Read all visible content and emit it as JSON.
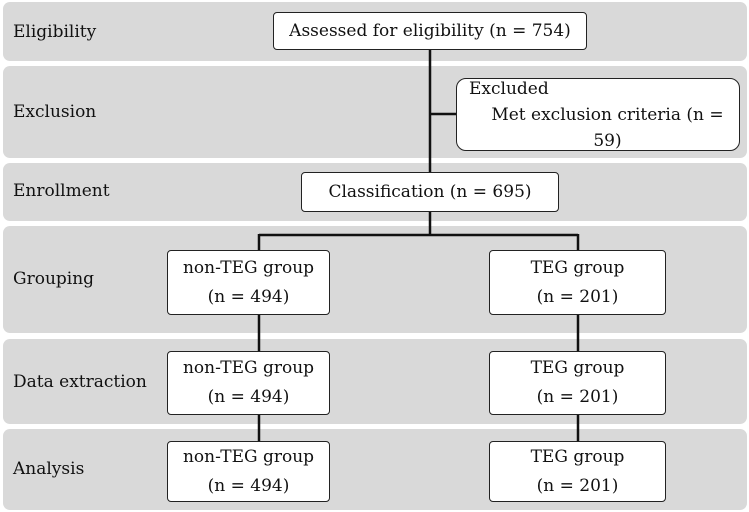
{
  "stages": [
    {
      "id": "eligibility",
      "label": "Eligibility"
    },
    {
      "id": "exclusion",
      "label": "Exclusion"
    },
    {
      "id": "enrollment",
      "label": "Enrollment"
    },
    {
      "id": "grouping",
      "label": "Grouping"
    },
    {
      "id": "data_extraction",
      "label": "Data extraction"
    },
    {
      "id": "analysis",
      "label": "Analysis"
    }
  ],
  "boxes": {
    "assessed": "Assessed for eligibility (n = 754)",
    "excluded_title": "Excluded",
    "excluded_detail": "Met exclusion criteria (n = 59)",
    "classification": "Classification (n = 695)",
    "grouping_non_teg": {
      "name": "non-TEG group",
      "n": "(n = 494)"
    },
    "grouping_teg": {
      "name": "TEG group",
      "n": "(n = 201)"
    },
    "extraction_non_teg": {
      "name": "non-TEG group",
      "n": "(n = 494)"
    },
    "extraction_teg": {
      "name": "TEG group",
      "n": "(n = 201)"
    },
    "analysis_non_teg": {
      "name": "non-TEG group",
      "n": "(n = 494)"
    },
    "analysis_teg": {
      "name": "TEG group",
      "n": "(n = 201)"
    }
  },
  "colors": {
    "band": "#d9d9d9",
    "line": "#111111",
    "box_border": "#222222"
  }
}
